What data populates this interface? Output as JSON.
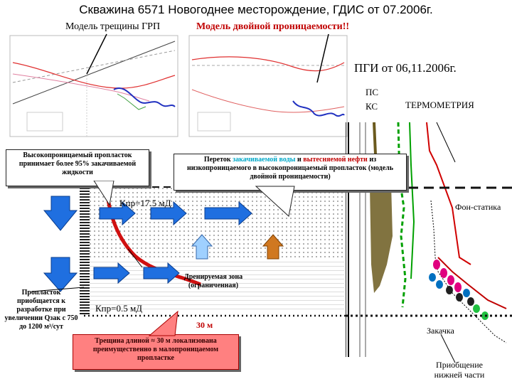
{
  "title": "Скважина 6571 Новогоднее месторождение, ГДИС от 07.2006г.",
  "labels": {
    "frac_model": "Модель трещины ГРП",
    "dual_perm_model": "Модель двойной проницаемости!!",
    "pgi": "ПГИ от 06,11.2006г.",
    "ps": "ПС",
    "ks": "КС",
    "thermometry": "ТЕРМОМЕТРИЯ",
    "high_perm_note": "Высокопроницаемый пропласток принимает более 95% закачиваемой жидкости",
    "crossflow_pre": "Переток ",
    "crossflow_water": "закачиваемой воды",
    "crossflow_and": " и ",
    "crossflow_oil": "вытесняемой нефти",
    "crossflow_post": " из низкопроницаемого в высокопроницаемый пропласток (модель двойной проницаемости)",
    "kpr_high": "Кпр=17.5 мД",
    "kpr_low": "Кпр=0.5 мД",
    "background_static": "Фон-статика",
    "drained_zone": "Дренируемая зона (ограниченная)",
    "distance": "30 м",
    "layer_note": "Пропласток приобщается к разработке при увеличении Qзак с 750 до 1200 м³/сут",
    "fracture_note": "Трещина длиной ≈ 30 м локализована преимущественно в малопроницаемом пропластке",
    "injection": "Закачка",
    "bottom_part": "Приобщение нижней части"
  },
  "colors": {
    "arrow_blue": "#1f6fe0",
    "fracture_red": "#d01010",
    "note_red_fill": "#ff8080",
    "oil_brown": "#6b5a1e",
    "water_teal": "#00aaaa"
  }
}
